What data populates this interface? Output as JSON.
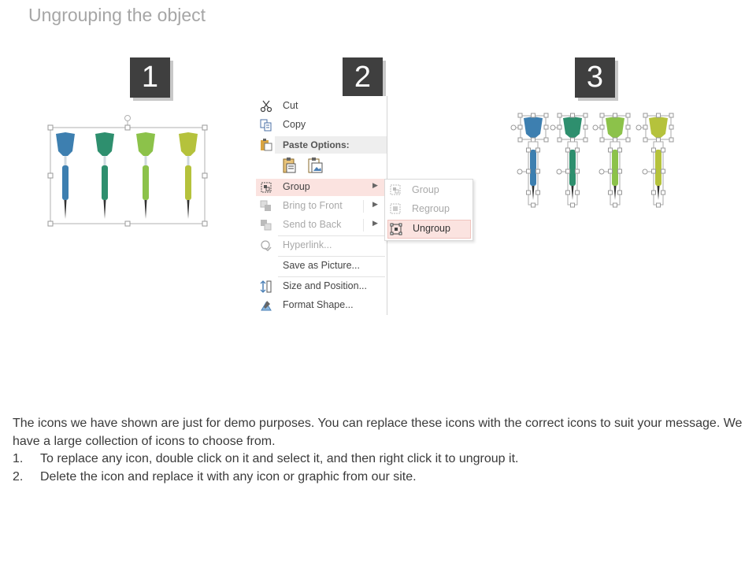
{
  "title": "Ungrouping the object",
  "steps": [
    "1",
    "2",
    "3"
  ],
  "context_menu": {
    "items": [
      {
        "label": "Cut",
        "icon": "scissors-icon",
        "disabled": false
      },
      {
        "label": "Copy",
        "icon": "copy-icon",
        "disabled": false
      },
      {
        "label": "Paste Options:",
        "icon": "paste-icon",
        "header": true
      },
      {
        "label": "Group",
        "icon": "group-icon",
        "highlighted": true,
        "submenu": true
      },
      {
        "label": "Bring to Front",
        "icon": "bring-front-icon",
        "disabled": true,
        "submenu": true
      },
      {
        "label": "Send to Back",
        "icon": "send-back-icon",
        "disabled": true,
        "submenu": true
      },
      {
        "label": "Hyperlink...",
        "icon": "hyperlink-icon",
        "disabled": true
      },
      {
        "label": "Save as Picture...",
        "icon": "",
        "disabled": false
      },
      {
        "label": "Size and Position...",
        "icon": "size-position-icon",
        "disabled": false
      },
      {
        "label": "Format Shape...",
        "icon": "format-shape-icon",
        "disabled": false
      }
    ]
  },
  "submenu": {
    "items": [
      {
        "label": "Group",
        "disabled": true
      },
      {
        "label": "Regroup",
        "disabled": true
      },
      {
        "label": "Ungroup",
        "highlighted": true
      }
    ]
  },
  "colors": {
    "dart_blue": "#3d7fb0",
    "dart_teal": "#2e8f6e",
    "dart_green": "#8cc24a",
    "dart_olive": "#b5c23c",
    "highlight": "#fbe3e0",
    "step_box": "#3f3f3f"
  },
  "body": {
    "intro": "The icons we have shown are just for demo purposes. You can replace these icons with the correct icons to suit your message. We have a large collection of icons to choose from.",
    "list": [
      {
        "num": "1.",
        "text": "To replace any icon, double click on it and select it, and then right click it to ungroup it."
      },
      {
        "num": "2.",
        "text": "Delete the icon and replace it with any icon or graphic from our site."
      }
    ]
  }
}
